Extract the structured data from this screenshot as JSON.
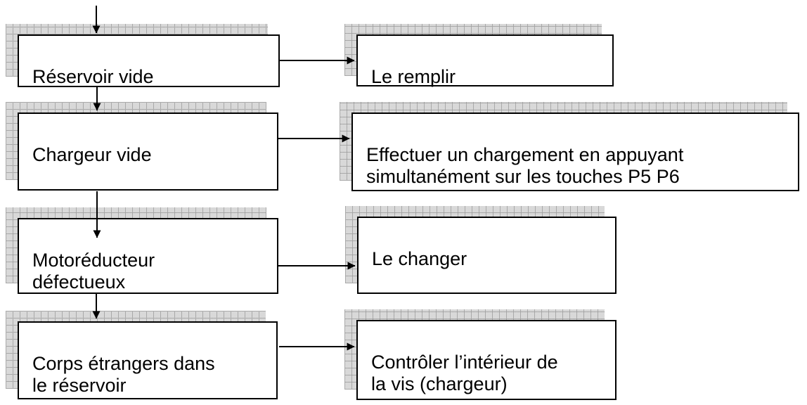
{
  "diagram": {
    "type": "flowchart",
    "language": "fr",
    "rows": [
      {
        "cause": "Réservoir vide",
        "remedy": "Le remplir"
      },
      {
        "cause": "Chargeur vide",
        "remedy": "Effectuer un chargement en appuyant\nsimultanément sur les touches P5 P6"
      },
      {
        "cause": "Motoréducteur\ndéfectueux",
        "remedy": "Le changer"
      },
      {
        "cause": "Corps étrangers dans\nle réservoir",
        "remedy": "Contrôler l’intérieur de\nla vis (chargeur)"
      }
    ],
    "colors": {
      "border": "#000000",
      "fill": "#ffffff",
      "text": "#000000",
      "shadow": "#d8d8d8",
      "shadow_grid": "#a9a9a9",
      "arrow": "#000000"
    }
  }
}
